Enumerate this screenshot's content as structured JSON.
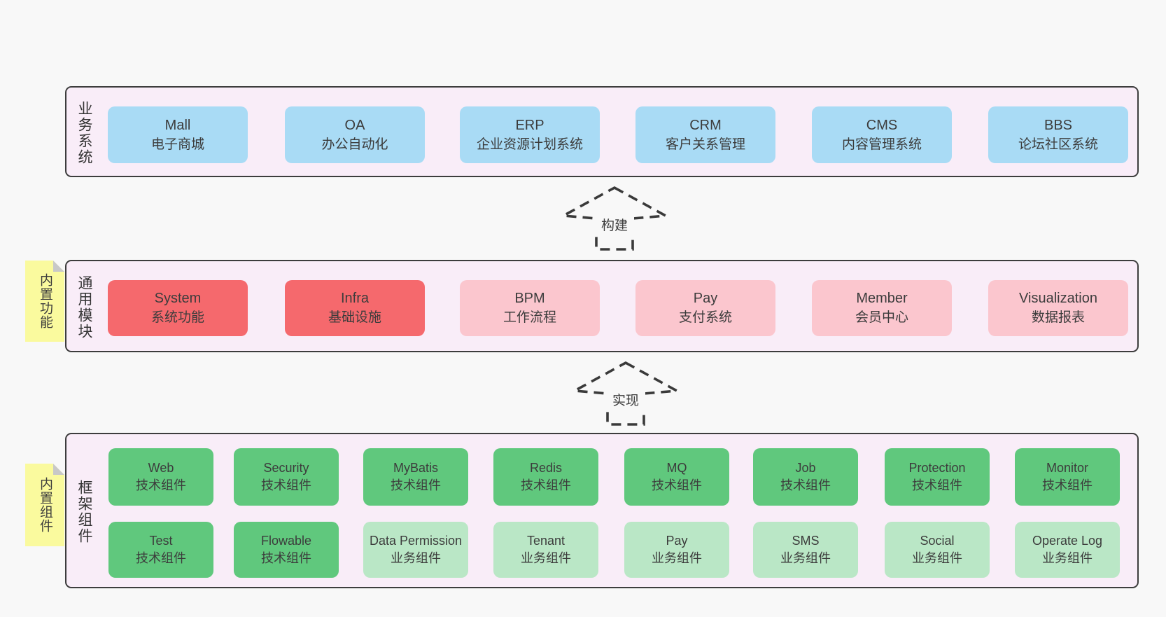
{
  "palette": {
    "page_bg": "#f8f8f8",
    "section_bg": "#f9edf8",
    "section_border": "#3d3d3d",
    "business_box": "#a9dbf5",
    "core_module_box": "#f5696d",
    "module_box": "#fbc6ce",
    "tech_component_box": "#60c87d",
    "biz_component_box": "#bae7c6",
    "note_bg": "#fafa9e",
    "note_fold": "#c8c8c8",
    "text": "#3c3c3c"
  },
  "arrows": [
    {
      "label": "构建"
    },
    {
      "label": "实现"
    }
  ],
  "notes": [
    {
      "label": "内置功能"
    },
    {
      "label": "内置组件"
    }
  ],
  "sections": {
    "business": {
      "label": "业务系统",
      "items": [
        {
          "name": "Mall",
          "desc": "电子商城"
        },
        {
          "name": "OA",
          "desc": "办公自动化"
        },
        {
          "name": "ERP",
          "desc": "企业资源计划系统"
        },
        {
          "name": "CRM",
          "desc": "客户关系管理"
        },
        {
          "name": "CMS",
          "desc": "内容管理系统"
        },
        {
          "name": "BBS",
          "desc": "论坛社区系统"
        }
      ]
    },
    "modules": {
      "label": "通用模块",
      "items": [
        {
          "name": "System",
          "desc": "系统功能"
        },
        {
          "name": "Infra",
          "desc": "基础设施"
        },
        {
          "name": "BPM",
          "desc": "工作流程"
        },
        {
          "name": "Pay",
          "desc": "支付系统"
        },
        {
          "name": "Member",
          "desc": "会员中心"
        },
        {
          "name": "Visualization",
          "desc": "数据报表"
        }
      ]
    },
    "components": {
      "label": "框架组件",
      "row1": [
        {
          "name": "Web",
          "desc": "技术组件"
        },
        {
          "name": "Security",
          "desc": "技术组件"
        },
        {
          "name": "MyBatis",
          "desc": "技术组件"
        },
        {
          "name": "Redis",
          "desc": "技术组件"
        },
        {
          "name": "MQ",
          "desc": "技术组件"
        },
        {
          "name": "Job",
          "desc": "技术组件"
        },
        {
          "name": "Protection",
          "desc": "技术组件"
        },
        {
          "name": "Monitor",
          "desc": "技术组件"
        }
      ],
      "row2": [
        {
          "name": "Test",
          "desc": "技术组件"
        },
        {
          "name": "Flowable",
          "desc": "技术组件"
        },
        {
          "name": "Data Permission",
          "desc": "业务组件"
        },
        {
          "name": "Tenant",
          "desc": "业务组件"
        },
        {
          "name": "Pay",
          "desc": "业务组件"
        },
        {
          "name": "SMS",
          "desc": "业务组件"
        },
        {
          "name": "Social",
          "desc": "业务组件"
        },
        {
          "name": "Operate Log",
          "desc": "业务组件"
        }
      ]
    }
  }
}
